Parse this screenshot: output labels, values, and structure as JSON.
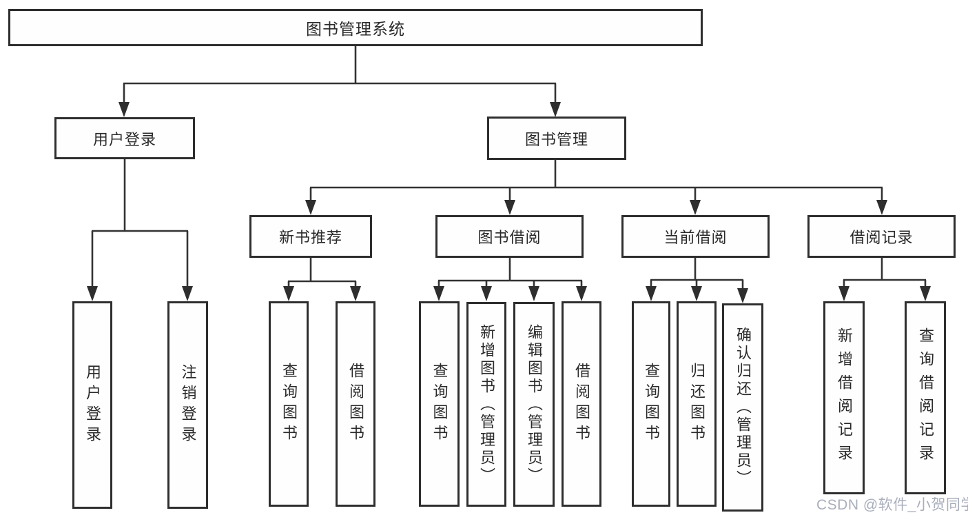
{
  "diagram": {
    "type": "hierarchy-tree",
    "tree": {
      "label": "图书管理系统",
      "children": [
        {
          "label": "用户登录",
          "children": [
            {
              "label": "用户登录"
            },
            {
              "label": "注销登录"
            }
          ]
        },
        {
          "label": "图书管理",
          "children": [
            {
              "label": "新书推荐",
              "children": [
                {
                  "label": "查询图书"
                },
                {
                  "label": "借阅图书"
                }
              ]
            },
            {
              "label": "图书借阅",
              "children": [
                {
                  "label": "查询图书"
                },
                {
                  "label": "新增图书（管理员）"
                },
                {
                  "label": "编辑图书（管理员）"
                },
                {
                  "label": "借阅图书"
                }
              ]
            },
            {
              "label": "当前借阅",
              "children": [
                {
                  "label": "查询图书"
                },
                {
                  "label": "归还图书"
                },
                {
                  "label": "确认归还（管理员）"
                }
              ]
            },
            {
              "label": "借阅记录",
              "children": [
                {
                  "label": "新增借阅记录"
                },
                {
                  "label": "查询借阅记录"
                }
              ]
            }
          ]
        }
      ]
    }
  },
  "watermark": {
    "text": "CSDN @软件_小贺同学"
  },
  "colors": {
    "line": "#333333",
    "box_border": "#2e2e2e",
    "box_fill": "#fefefe",
    "text": "#2a2a2a",
    "watermark": "#a9aebc"
  }
}
